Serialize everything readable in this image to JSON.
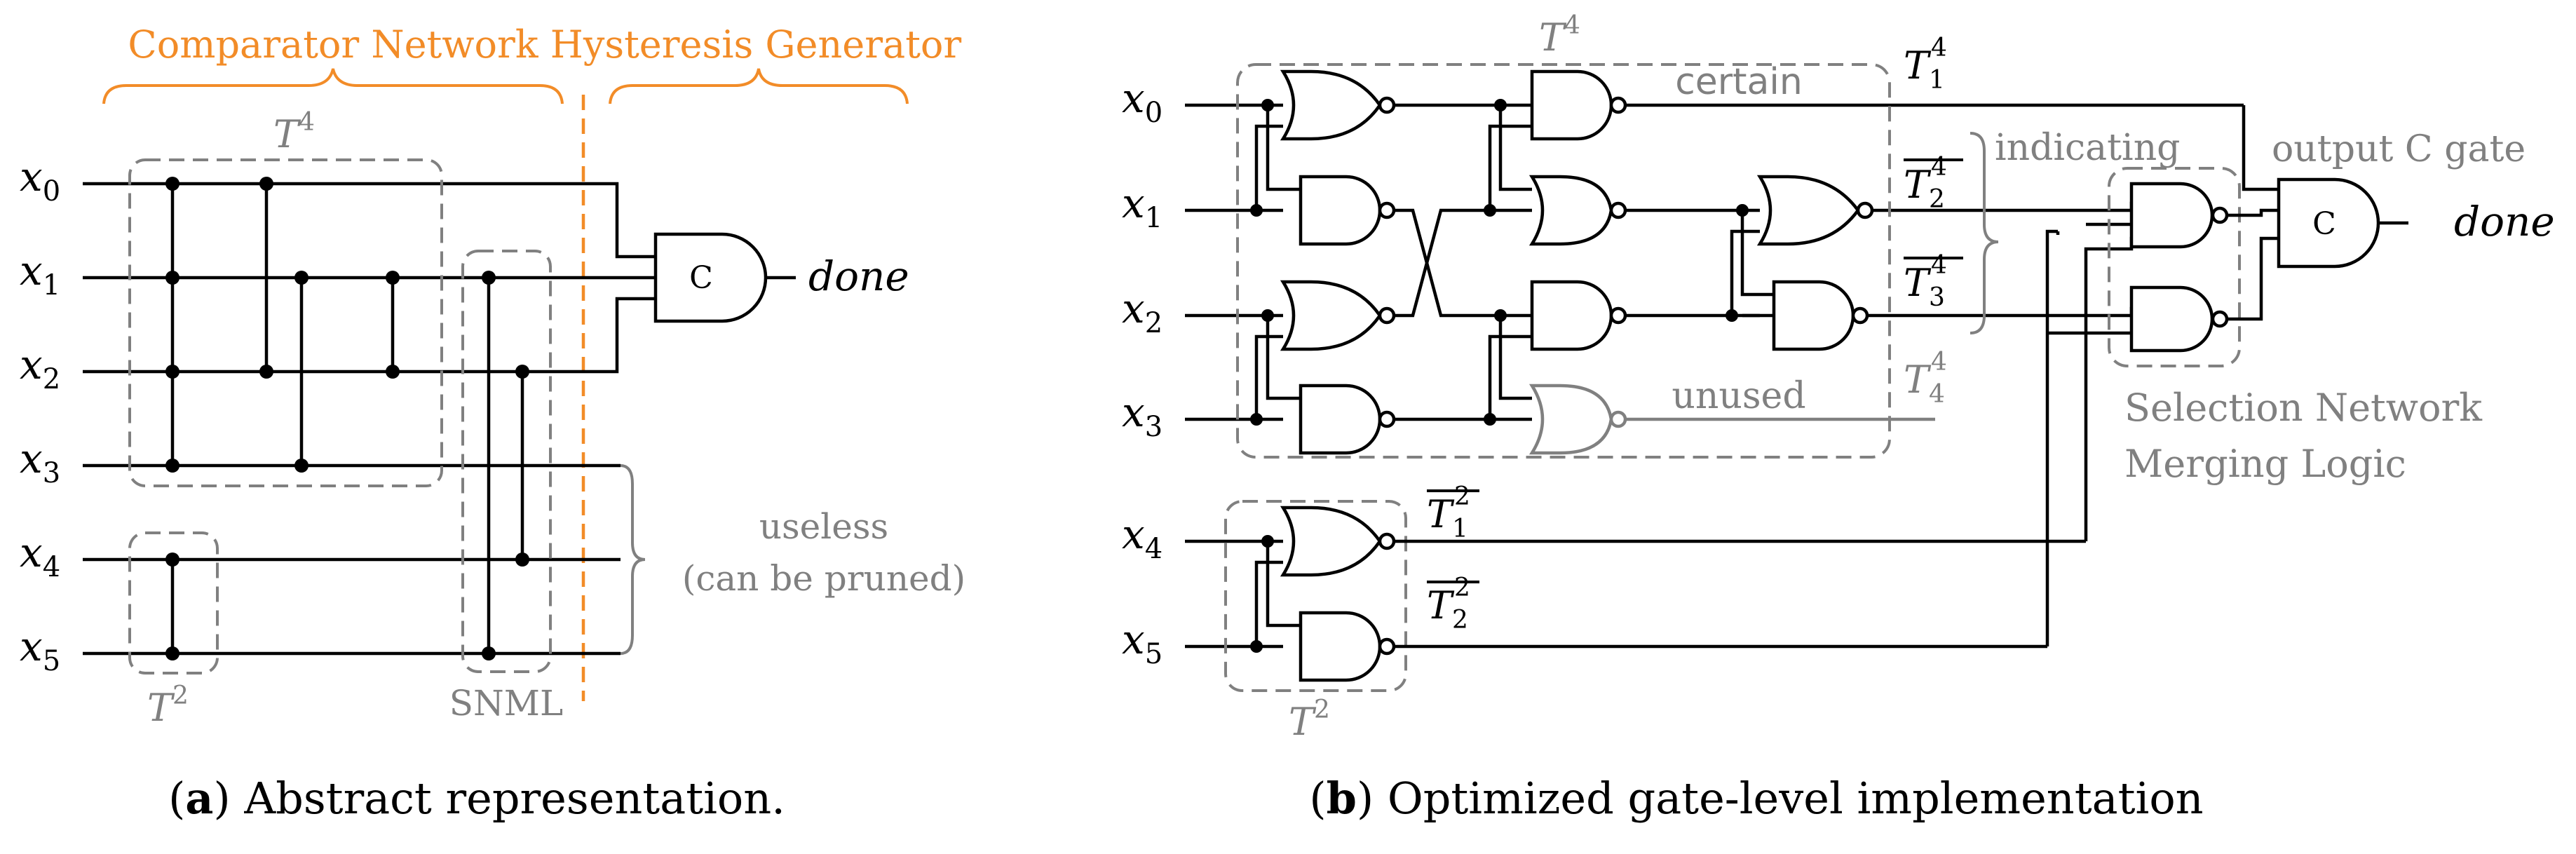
{
  "panel_a": {
    "header_left": "Comparator Network",
    "header_right": "Hysteresis Generator",
    "inputs": [
      "x",
      "x",
      "x",
      "x",
      "x",
      "x"
    ],
    "input_subscripts": [
      "0",
      "1",
      "2",
      "3",
      "4",
      "5"
    ],
    "t4_label": "T",
    "t4_sup": "4",
    "t2_label": "T",
    "t2_sup": "2",
    "snml_label": "SNML",
    "c_gate_label": "C",
    "output_label": "done",
    "useless_line1": "useless",
    "useless_line2": "(can be pruned)",
    "caption_letter": "a",
    "caption_text": " Abstract representation."
  },
  "panel_b": {
    "inputs": [
      "x",
      "x",
      "x",
      "x",
      "x",
      "x"
    ],
    "input_subscripts": [
      "0",
      "1",
      "2",
      "3",
      "4",
      "5"
    ],
    "t4_label": "T",
    "t4_sup": "4",
    "t2_label": "T",
    "t2_sup": "2",
    "certain_label": "certain",
    "unused_label": "unused",
    "indicating_label": "indicating",
    "out_T1": {
      "base": "T",
      "sub": "1",
      "sup": "4"
    },
    "out_T2": {
      "base": "T",
      "sub": "2",
      "sup": "4"
    },
    "out_T3": {
      "base": "T",
      "sub": "3",
      "sup": "4"
    },
    "out_T4": {
      "base": "T",
      "sub": "4",
      "sup": "4"
    },
    "out_T2_1": {
      "base": "T",
      "sub": "1",
      "sup": "2"
    },
    "out_T2_2": {
      "base": "T",
      "sub": "2",
      "sup": "2"
    },
    "output_c_gate_label": "output C gate",
    "c_gate_label": "C",
    "output_label": "done",
    "snml_line1": "Selection Network",
    "snml_line2": "Merging Logic",
    "caption_letter": "b",
    "caption_text": " Optimized gate-level implementation"
  }
}
